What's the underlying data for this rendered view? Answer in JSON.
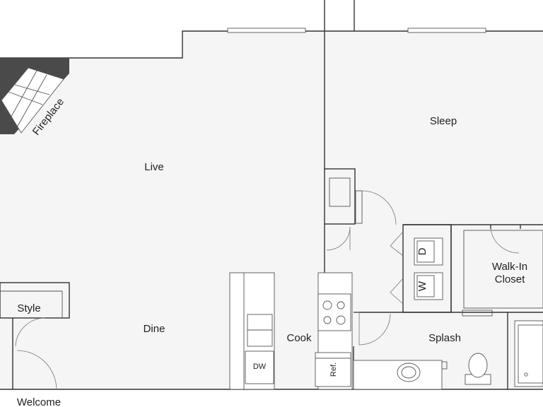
{
  "rooms": {
    "live": "Live",
    "sleep": "Sleep",
    "dine": "Dine",
    "cook": "Cook",
    "splash": "Splash",
    "style": "Style",
    "welcome": "Welcome",
    "walk_in_line1": "Walk-In",
    "walk_in_line2": "Closet"
  },
  "fixtures": {
    "fireplace": "Fireplace",
    "dishwasher": "DW",
    "refrigerator": "Ref.",
    "dryer": "D",
    "washer": "W"
  },
  "colors": {
    "floor": "#f5f5f5",
    "wall": "#333333",
    "fireplace_hearth": "#4a4a4a"
  }
}
